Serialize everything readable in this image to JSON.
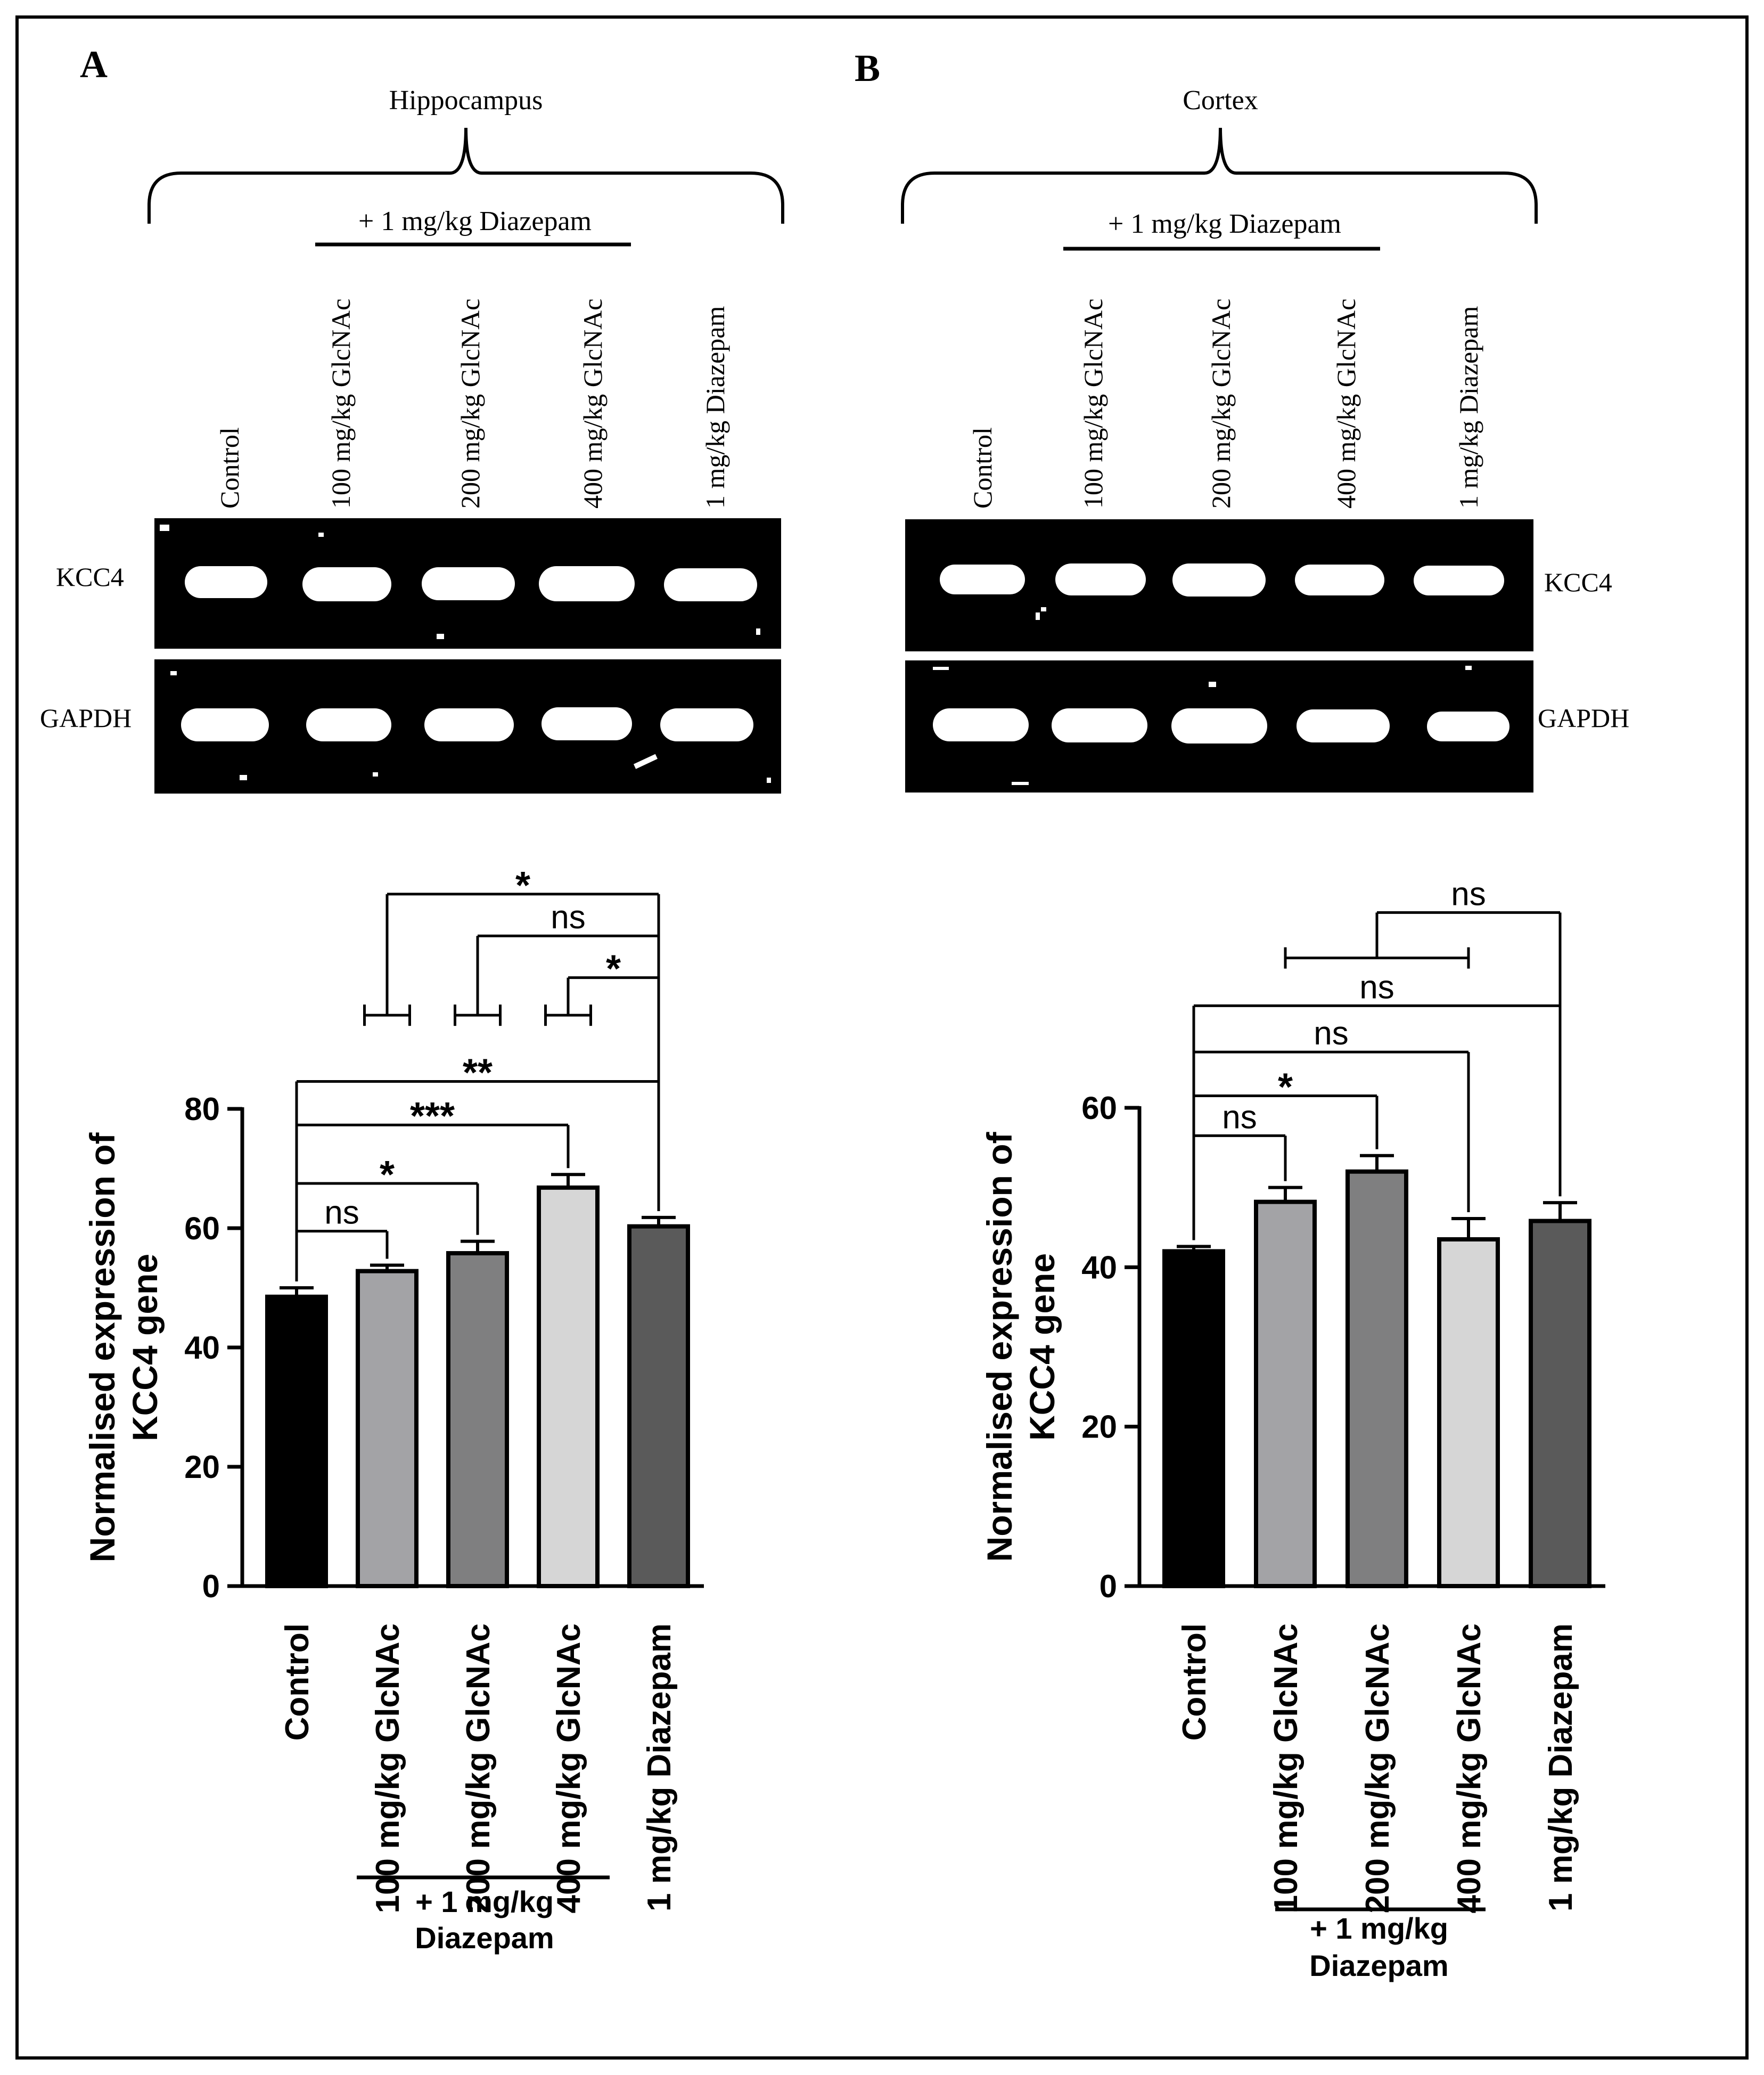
{
  "panels": [
    {
      "letter": "A",
      "region": "Hippocampus",
      "treatment_header": "+ 1 mg/kg Diazepam",
      "gel_lane_labels": [
        "Control",
        "100 mg/kg GlcNAc",
        "200 mg/kg GlcNAc",
        "400 mg/kg GlcNAc",
        "1 mg/kg Diazepam"
      ],
      "gel_row_labels": [
        "KCC4",
        "GAPDH"
      ],
      "group_label_line1": "+ 1 mg/kg",
      "group_label_line2": "Diazepam"
    },
    {
      "letter": "B",
      "region": "Cortex",
      "treatment_header": "+ 1 mg/kg Diazepam",
      "gel_lane_labels": [
        "Control",
        "100 mg/kg GlcNAc",
        "200 mg/kg GlcNAc",
        "400 mg/kg GlcNAc",
        "1 mg/kg Diazepam"
      ],
      "gel_row_labels": [
        "KCC4",
        "GAPDH"
      ],
      "group_label_line1": "+ 1 mg/kg",
      "group_label_line2": "Diazepam"
    }
  ],
  "chart_data": [
    {
      "type": "bar",
      "panel": "A",
      "ylabel_line1": "Normalised expression of",
      "ylabel_line2": "KCC4 gene",
      "xlabel": "",
      "categories": [
        "Control",
        "100 mg/kg GlcNAc",
        "200 mg/kg GlcNAc",
        "400 mg/kg GlcNAc",
        "1 mg/kg Diazepam"
      ],
      "values": [
        48.5,
        52.8,
        55.8,
        66.8,
        60.3
      ],
      "errors": [
        1.5,
        1.0,
        2.0,
        2.2,
        1.5
      ],
      "bar_colors": [
        "#000000",
        "#a3a3a6",
        "#7f7f80",
        "#d6d6d6",
        "#5a5a5a"
      ],
      "ylim": [
        0,
        80
      ],
      "yticks": [
        0,
        20,
        40,
        60,
        80
      ],
      "significance": [
        {
          "from": 0,
          "to": 1,
          "label": "ns",
          "y": 59.5
        },
        {
          "from": 0,
          "to": 2,
          "label": "*",
          "y": 67.5
        },
        {
          "from": 0,
          "to": 3,
          "label": "***",
          "y": 77.3
        },
        {
          "from": 0,
          "to": 4,
          "label": "**",
          "y": 84.6
        },
        {
          "from": 1,
          "to": 4,
          "label": "*",
          "y": 116,
          "left_bracket": [
            0.75,
            1.25
          ],
          "left_y": 95.7
        },
        {
          "from": 2,
          "to": 4,
          "label": "ns",
          "y": 109,
          "left_bracket": [
            1.75,
            2.25
          ],
          "left_y": 95.7
        },
        {
          "from": 3,
          "to": 4,
          "label": "*",
          "y": 102,
          "left_bracket": [
            2.75,
            3.25
          ],
          "left_y": 95.7
        }
      ]
    },
    {
      "type": "bar",
      "panel": "B",
      "ylabel_line1": "Normalised expression of",
      "ylabel_line2": "KCC4 gene",
      "xlabel": "",
      "categories": [
        "Control",
        "100 mg/kg GlcNAc",
        "200 mg/kg GlcNAc",
        "400 mg/kg GlcNAc",
        "1 mg/kg Diazepam"
      ],
      "values": [
        42.0,
        48.2,
        52.0,
        43.5,
        45.8
      ],
      "errors": [
        0.6,
        1.8,
        2.0,
        2.6,
        2.3
      ],
      "bar_colors": [
        "#000000",
        "#a3a3a6",
        "#7f7f80",
        "#d6d6d6",
        "#5a5a5a"
      ],
      "ylim": [
        0,
        60
      ],
      "yticks": [
        0,
        20,
        40,
        60
      ],
      "significance": [
        {
          "from": 0,
          "to": 1,
          "label": "ns",
          "y": 56.5
        },
        {
          "from": 0,
          "to": 2,
          "label": "*",
          "y": 61.5
        },
        {
          "from": 0,
          "to": 3,
          "label": "ns",
          "y": 67.0
        },
        {
          "from": 0,
          "to": 4,
          "label": "ns",
          "y": 72.8
        },
        {
          "from": 1,
          "to": 4,
          "label": "ns",
          "y": 84.5,
          "left_bracket": [
            1.0,
            3.0
          ],
          "left_y": 78.8
        }
      ]
    }
  ]
}
